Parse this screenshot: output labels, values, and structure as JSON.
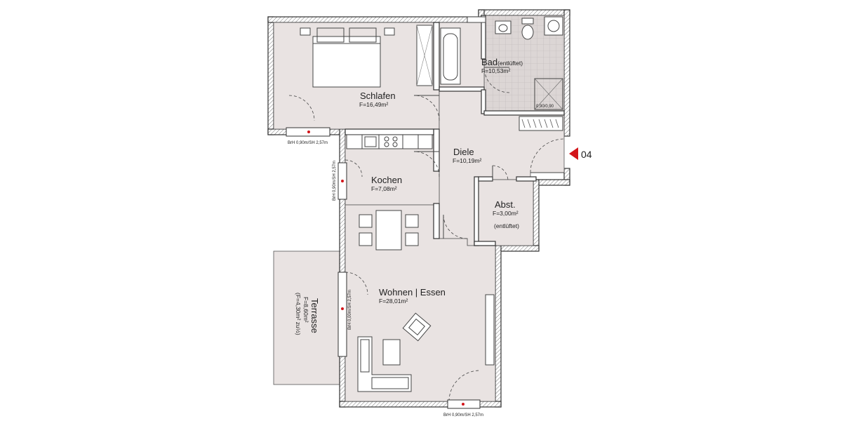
{
  "unit": {
    "number": "04",
    "marker_color": "#d3151a"
  },
  "colors": {
    "floor": "#e9e3e2",
    "wall": "#333333",
    "marker": "#d3151a"
  },
  "rooms": {
    "schlafen": {
      "name": "Schlafen",
      "area": "F=16,49m²"
    },
    "bad": {
      "name": "Bad",
      "suffix": "(entlüftet)",
      "area": "F=10,53m²",
      "shower": "0,90/0,90"
    },
    "diele": {
      "name": "Diele",
      "area": "F=10,19m²"
    },
    "kochen": {
      "name": "Kochen",
      "area": "F=7,08m²"
    },
    "abst": {
      "name": "Abst.",
      "area": "F=3,00m²",
      "note": "(entlüftet)"
    },
    "wohnen": {
      "name": "Wohnen | Essen",
      "area": "F=28,01m²"
    },
    "terrasse": {
      "name": "Terrasse",
      "area": "F=8,60m²",
      "note": "(F=4,30m² zu½)"
    }
  },
  "windows": {
    "schlafen": "BrH 0,90m/SH 2,57m",
    "kochen": "BrH 0,90m/SH 2,57m",
    "wohnen_side": "BrH 0,00m/SH 2,57m",
    "wohnen_bottom": "BrH 0,90m/SH 2,57m"
  },
  "icons": {
    "entrance": "entrance-triangle-icon",
    "bed": "double-bed-icon",
    "sofa": "sofa-icon",
    "table": "dining-table-icon"
  }
}
